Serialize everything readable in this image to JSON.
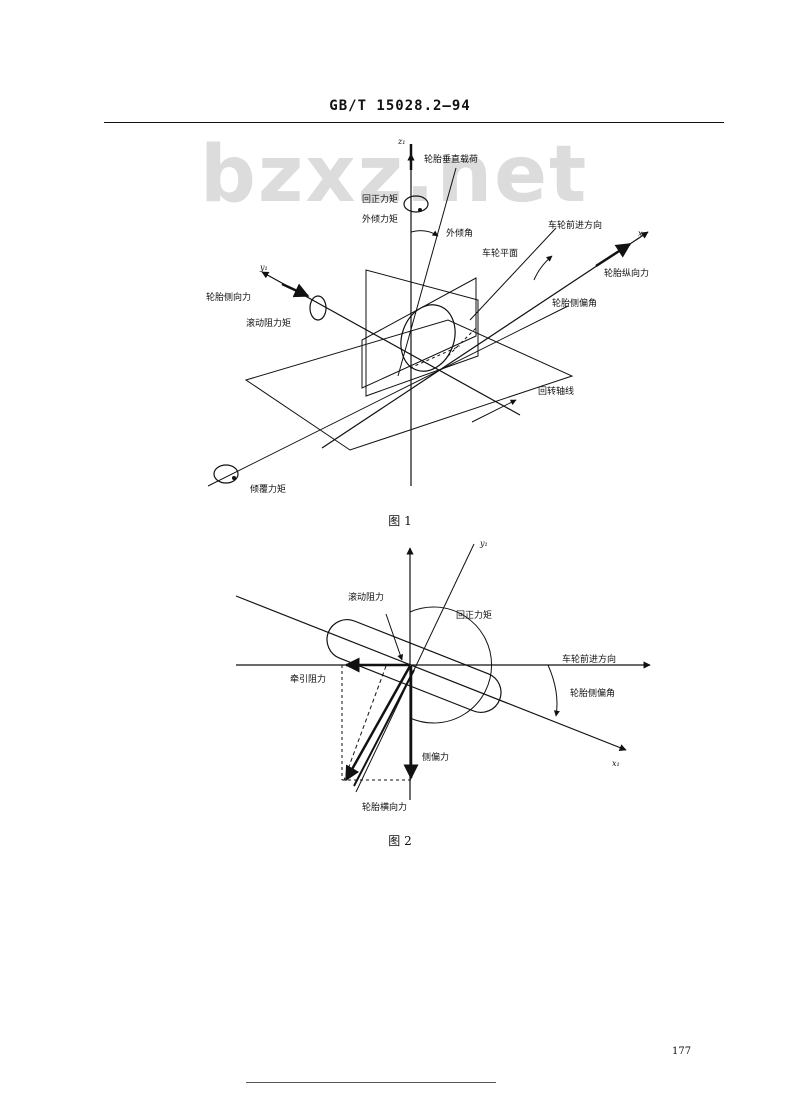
{
  "header": {
    "standard_code": "GB/T 15028.2—94"
  },
  "watermark": "bzxz.net",
  "figure1": {
    "axis_z": "z₁",
    "axis_y": "y₁",
    "axis_x": "x₁",
    "labels": {
      "vertical_load": "轮胎垂直载荷",
      "aligning_moment": "回正力矩",
      "overturning_moment": "外倾力矩",
      "camber_angle": "外倾角",
      "wheel_plane": "车轮平面",
      "heading_direction": "车轮前进方向",
      "longitudinal_force": "轮胎纵向力",
      "lateral_force": "轮胎侧向力",
      "slip_angle": "轮胎侧偏角",
      "rolling_resistance_moment": "滚动阻力矩",
      "spin_axis": "回转轴线",
      "tilting_moment": "倾覆力矩"
    },
    "caption": "图 1"
  },
  "figure2": {
    "axis_y": "y₁",
    "axis_x": "x₁",
    "labels": {
      "rolling_resistance": "滚动阻力",
      "aligning_moment": "回正力矩",
      "heading_direction": "车轮前进方向",
      "traction_resistance": "牵引阻力",
      "slip_angle": "轮胎侧偏角",
      "cornering_force": "侧偏力",
      "lateral_force": "轮胎横向力"
    },
    "caption": "图 2"
  },
  "page_number": "177"
}
